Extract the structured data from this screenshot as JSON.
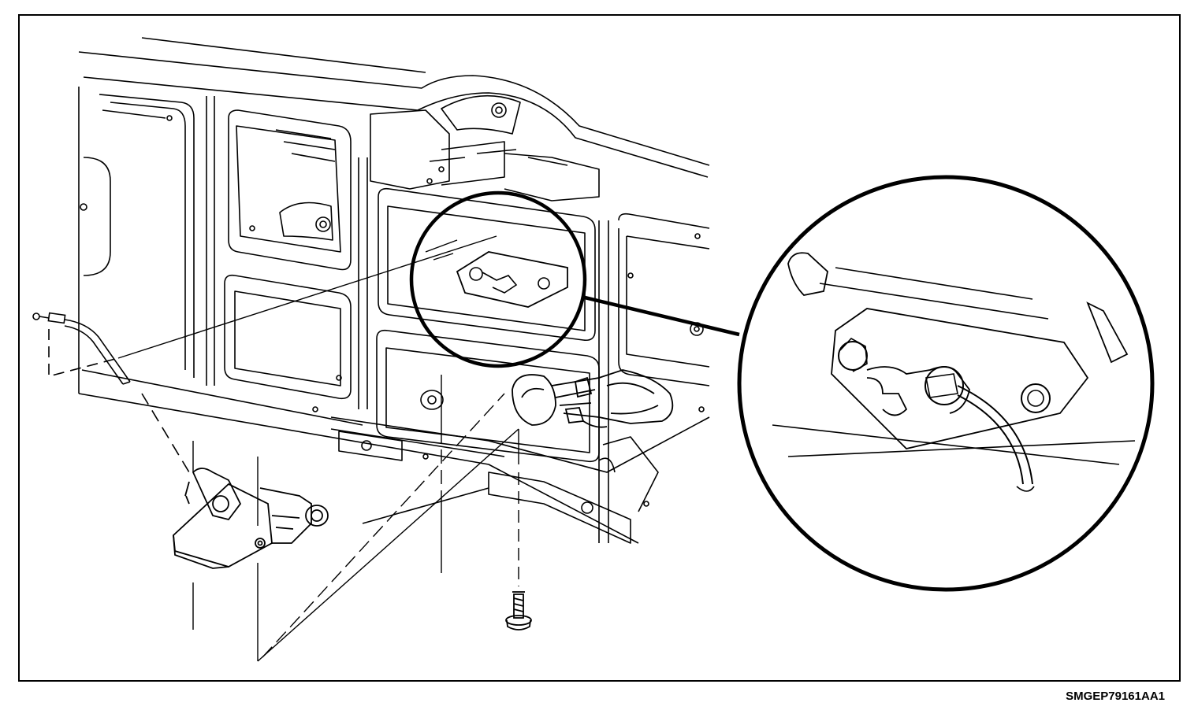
{
  "figure": {
    "id_label": "SMGEP79161AA1"
  },
  "colors": {
    "ink": "#000000",
    "paper": "#ffffff"
  },
  "icons": [
    "liftgate-inner-panel",
    "latch-cable",
    "latch-assembly",
    "bolt-icon",
    "wire-harness-connector",
    "magnifier-circle",
    "detail-callout"
  ]
}
